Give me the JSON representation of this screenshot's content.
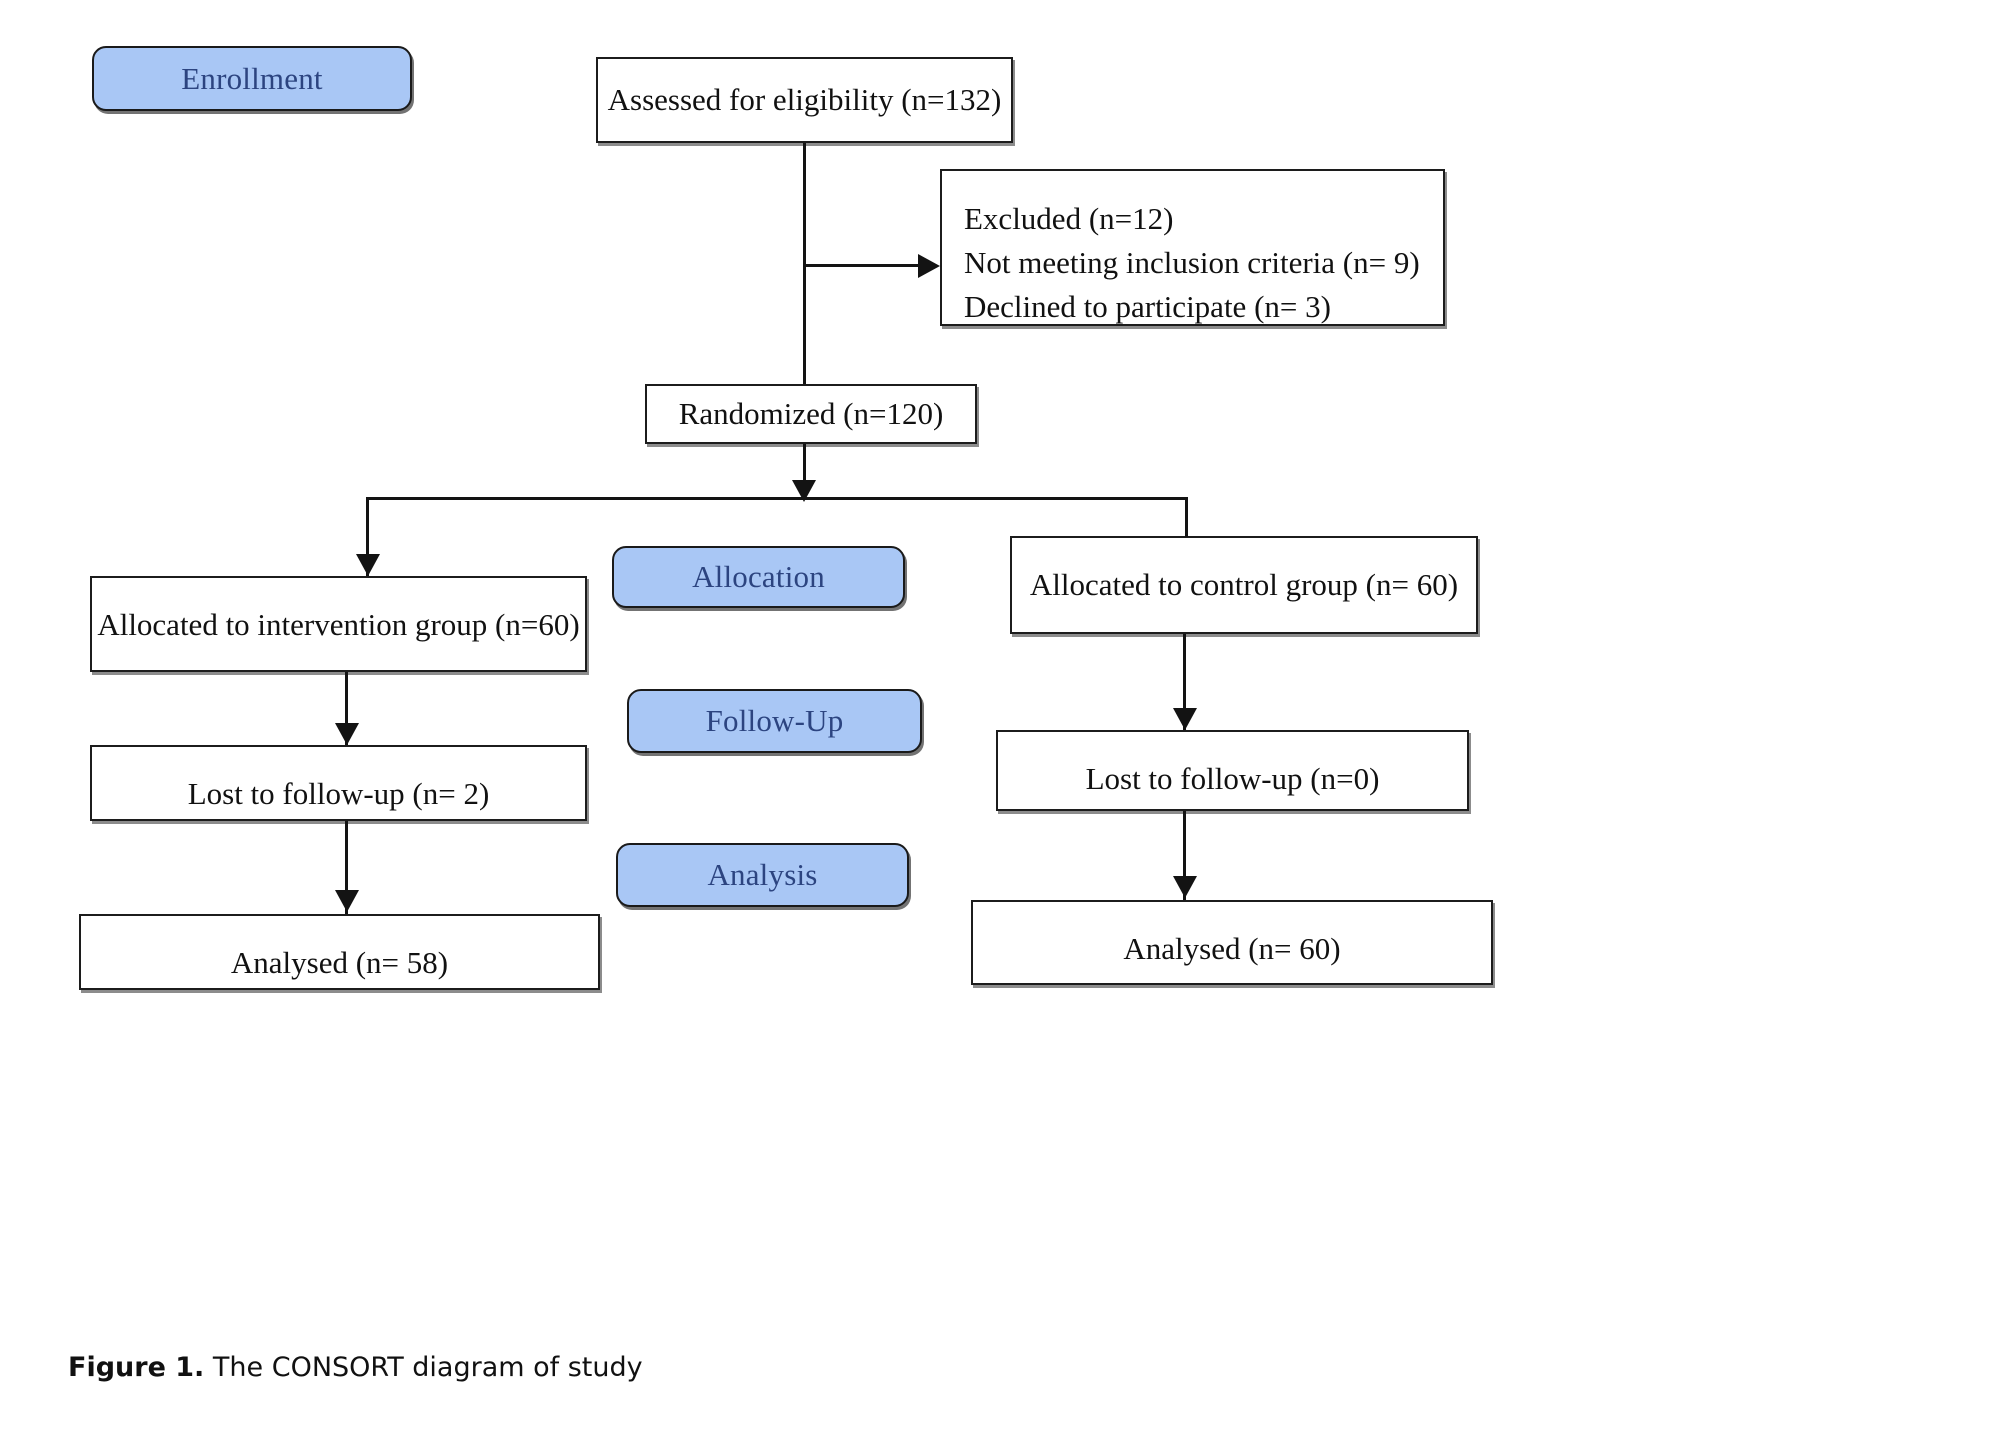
{
  "figure": {
    "caption_label": "Figure 1.",
    "caption_text": "The CONSORT diagram of study"
  },
  "colors": {
    "stage_fill": "#a9c7f5",
    "stage_text": "#2c4480",
    "box_border": "#1c1c1c",
    "line": "#131313",
    "page_background": "#ffffff"
  },
  "stages": [
    {
      "id": "enrollment",
      "label": "Enrollment"
    },
    {
      "id": "allocation",
      "label": "Allocation"
    },
    {
      "id": "follow_up",
      "label": "Follow-Up"
    },
    {
      "id": "analysis",
      "label": "Analysis"
    }
  ],
  "nodes": {
    "assessed": {
      "text": "Assessed for eligibility (n=132)"
    },
    "excluded": {
      "lines": [
        "Excluded (n=12)",
        "Not meeting inclusion criteria (n= 9)",
        "Declined to participate (n= 3)"
      ]
    },
    "randomized": {
      "text": "Randomized (n=120)"
    },
    "allocated_intervention": {
      "text": "Allocated to intervention group (n=60)"
    },
    "allocated_control": {
      "text": "Allocated to control group (n= 60)"
    },
    "lost_intervention": {
      "text": "Lost to follow-up (n= 2)"
    },
    "lost_control": {
      "text": "Lost to follow-up (n=0)"
    },
    "analysed_intervention": {
      "text": "Analysed (n= 58)"
    },
    "analysed_control": {
      "text": "Analysed (n= 60)"
    }
  },
  "chart_data": {
    "type": "diagram",
    "title": "The CONSORT diagram of study",
    "flow": [
      {
        "stage": "Enrollment",
        "node": "Assessed for eligibility",
        "n": 132
      },
      {
        "stage": "Enrollment",
        "node": "Excluded",
        "n": 12
      },
      {
        "stage": "Enrollment",
        "node": "Not meeting inclusion criteria",
        "n": 9
      },
      {
        "stage": "Enrollment",
        "node": "Declined to participate",
        "n": 3
      },
      {
        "stage": "Enrollment",
        "node": "Randomized",
        "n": 120
      },
      {
        "stage": "Allocation",
        "arm": "Intervention",
        "node": "Allocated to intervention group",
        "n": 60
      },
      {
        "stage": "Allocation",
        "arm": "Control",
        "node": "Allocated to control group",
        "n": 60
      },
      {
        "stage": "Follow-Up",
        "arm": "Intervention",
        "node": "Lost to follow-up",
        "n": 2
      },
      {
        "stage": "Follow-Up",
        "arm": "Control",
        "node": "Lost to follow-up",
        "n": 0
      },
      {
        "stage": "Analysis",
        "arm": "Intervention",
        "node": "Analysed",
        "n": 58
      },
      {
        "stage": "Analysis",
        "arm": "Control",
        "node": "Analysed",
        "n": 60
      }
    ]
  }
}
